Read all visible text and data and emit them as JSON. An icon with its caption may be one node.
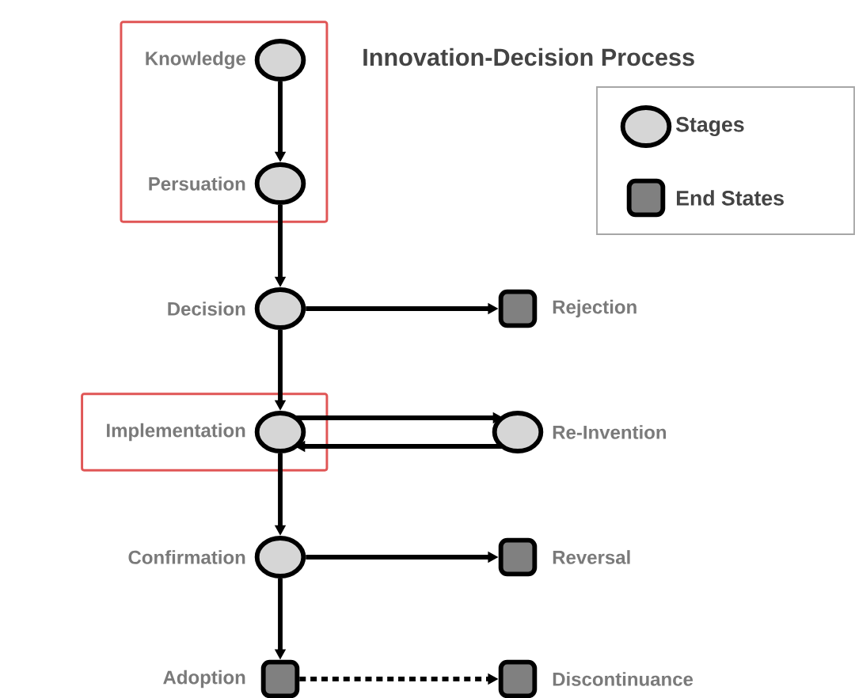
{
  "diagram": {
    "title": "Innovation-Decision Process",
    "nodes": [
      {
        "text": [],
        "shape": "box"
      },
      {
        "text": [],
        "shape": "circle",
        "in": 0,
        "beside": [
          "Knowledge"
        ]
      },
      {
        "text": [],
        "shape": "circle",
        "in": 0,
        "beside": [
          "Persuation"
        ]
      },
      {
        "text": [],
        "shape": "circle",
        "beside": [
          "Decision"
        ]
      },
      {
        "text": [],
        "shape": "box",
        "beside": [
          "Rejection"
        ]
      },
      {
        "text": [],
        "shape": "box"
      },
      {
        "text": [],
        "shape": "circle",
        "in": 5,
        "beside": [
          "Implementation"
        ]
      },
      {
        "text": [],
        "shape": "circle",
        "beside": [
          "Re-Invention"
        ]
      },
      {
        "text": [],
        "shape": "circle",
        "beside": [
          "Confirmation"
        ]
      },
      {
        "text": [],
        "shape": "box",
        "beside": [
          "Reversal"
        ]
      },
      {
        "text": [],
        "shape": "box",
        "beside": [
          "Adoption"
        ]
      },
      {
        "text": [],
        "shape": "box",
        "beside": [
          "Discontinuance"
        ]
      }
    ],
    "edges": [
      {
        "from": 1,
        "to": 2,
        "arrow": "to"
      },
      {
        "from": 2,
        "to": 3,
        "arrow": "to"
      },
      {
        "from": 3,
        "to": 4,
        "arrow": "to"
      },
      {
        "from": 3,
        "to": 6,
        "arrow": "to"
      },
      {
        "from": 6,
        "to": 7,
        "arrow": "to"
      },
      {
        "from": 7,
        "to": 6,
        "arrow": "to"
      },
      {
        "from": 6,
        "to": 8,
        "arrow": "to"
      },
      {
        "from": 8,
        "to": 9,
        "arrow": "to"
      },
      {
        "from": 8,
        "to": 10,
        "arrow": "to"
      },
      {
        "from": 10,
        "to": 11,
        "arrow": "to",
        "style": "dashed"
      }
    ],
    "legend": [
      {
        "text": "Stages"
      },
      {
        "text": "End States"
      }
    ]
  }
}
